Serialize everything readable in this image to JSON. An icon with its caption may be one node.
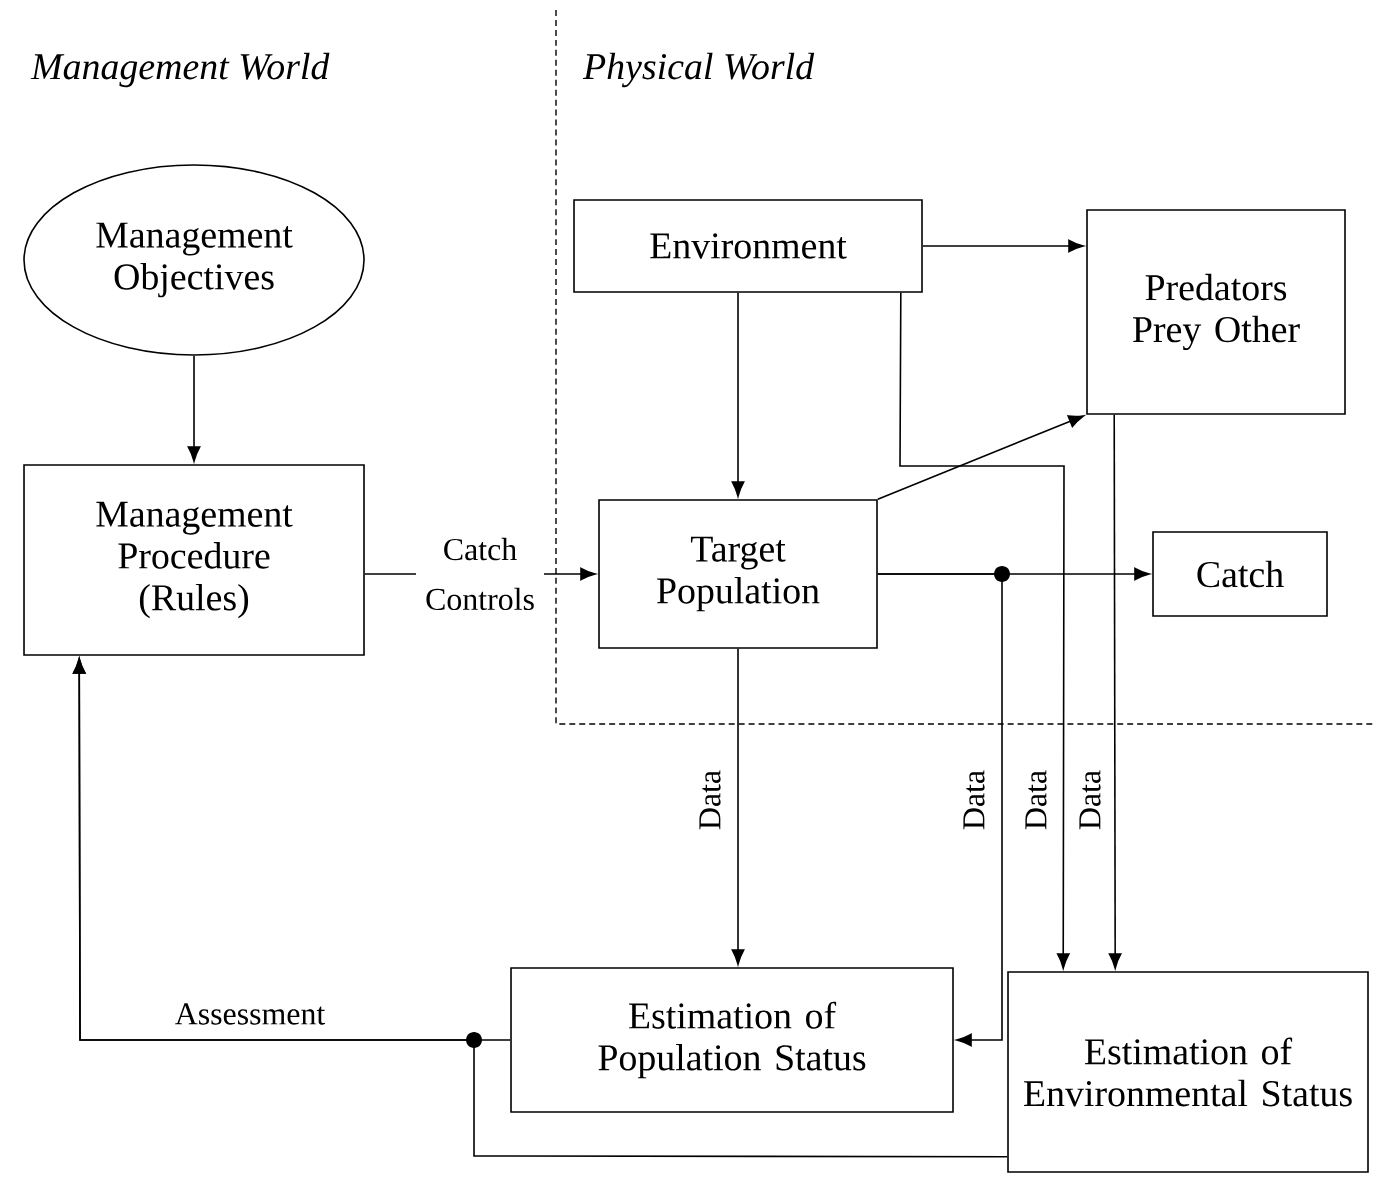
{
  "diagram": {
    "nodes": [
      {
        "text": [
          "Management Objectives"
        ]
      },
      {
        "text": [
          "Management Procedure (Rules)"
        ]
      },
      {
        "text": [
          "Environment"
        ]
      },
      {
        "text": [
          "Predators Prey Other"
        ]
      },
      {
        "text": [
          "Target Population"
        ]
      },
      {
        "text": [
          "Catch"
        ]
      },
      {
        "text": [
          "Estimation of Population Status"
        ]
      },
      {
        "text": [
          "Estimation of Environmental Status"
        ]
      }
    ],
    "edges": [
      {
        "from": 0,
        "to": 1,
        "arrow": "to"
      },
      {
        "from": 1,
        "to": 4,
        "arrow": "to",
        "label": "Catch Controls"
      },
      {
        "from": 2,
        "to": 4,
        "arrow": "to"
      },
      {
        "from": 2,
        "to": 3,
        "arrow": "to"
      },
      {
        "from": 4,
        "to": 3,
        "arrow": "to"
      },
      {
        "from": 4,
        "to": 5,
        "arrow": "to"
      },
      {
        "from": 4,
        "to": 6,
        "arrow": "to",
        "label": "Data"
      },
      {
        "from": 4,
        "to": 6,
        "arrow": "to",
        "label": "Data"
      },
      {
        "from": 2,
        "to": 7,
        "arrow": "to",
        "label": "Data"
      },
      {
        "from": 3,
        "to": 7,
        "arrow": "to",
        "label": "Data"
      },
      {
        "from": 6,
        "to": 1,
        "arrow": "to",
        "label": "Assessment"
      },
      {
        "from": 7,
        "to": 1,
        "arrow": "to"
      }
    ],
    "labels": [
      "Management World",
      "Physical World"
    ]
  }
}
